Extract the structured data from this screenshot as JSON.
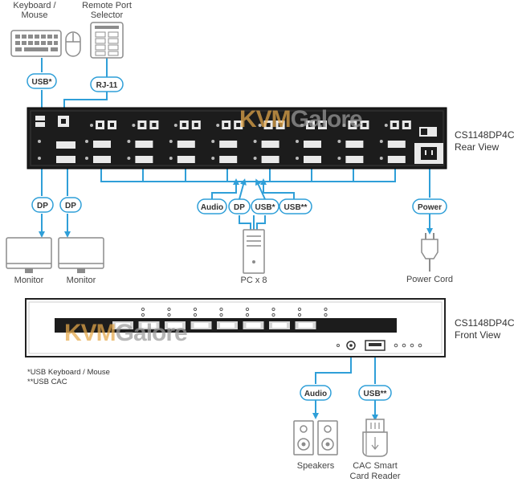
{
  "colors": {
    "cable": "#2f9fd8",
    "device_fill": "#1c1c1c",
    "port_fill": "#e9e9e9",
    "peripheral": "#8c8c8c",
    "watermark_kvm": "#e6a84a",
    "watermark_galore": "#9a9a9a"
  },
  "icons": [
    "keyboard-icon",
    "mouse-icon",
    "remote-port-selector-icon",
    "monitor-icon",
    "pc-tower-icon",
    "power-plug-icon",
    "speakers-icon",
    "cac-reader-icon"
  ],
  "labels": {
    "keyboard_mouse": [
      "Keyboard /",
      "Mouse"
    ],
    "remote_port_selector": [
      "Remote Port",
      "Selector"
    ],
    "monitor_1": "Monitor",
    "monitor_2": "Monitor",
    "pc": "PC x 8",
    "power_cord": "Power Cord",
    "speakers": "Speakers",
    "cac_reader": [
      "CAC Smart",
      "Card Reader"
    ]
  },
  "devices": {
    "rear": {
      "model": "CS1148DP4C",
      "view": "Rear View"
    },
    "front": {
      "model": "CS1148DP4C",
      "view": "Front View"
    }
  },
  "cable_tags": {
    "usb_kbm": "USB*",
    "rj11": "RJ-11",
    "dp_left_1": "DP",
    "dp_left_2": "DP",
    "audio_pc": "Audio",
    "dp_pc": "DP",
    "usb_pc": "USB*",
    "usb_cac_pc": "USB**",
    "power": "Power",
    "audio_front": "Audio",
    "usb_front": "USB**"
  },
  "footnotes": {
    "note_1": "*USB Keyboard / Mouse",
    "note_2": "**USB CAC"
  },
  "watermark": {
    "part1": "KVM",
    "part2": "Galore"
  },
  "port_groups": 8
}
